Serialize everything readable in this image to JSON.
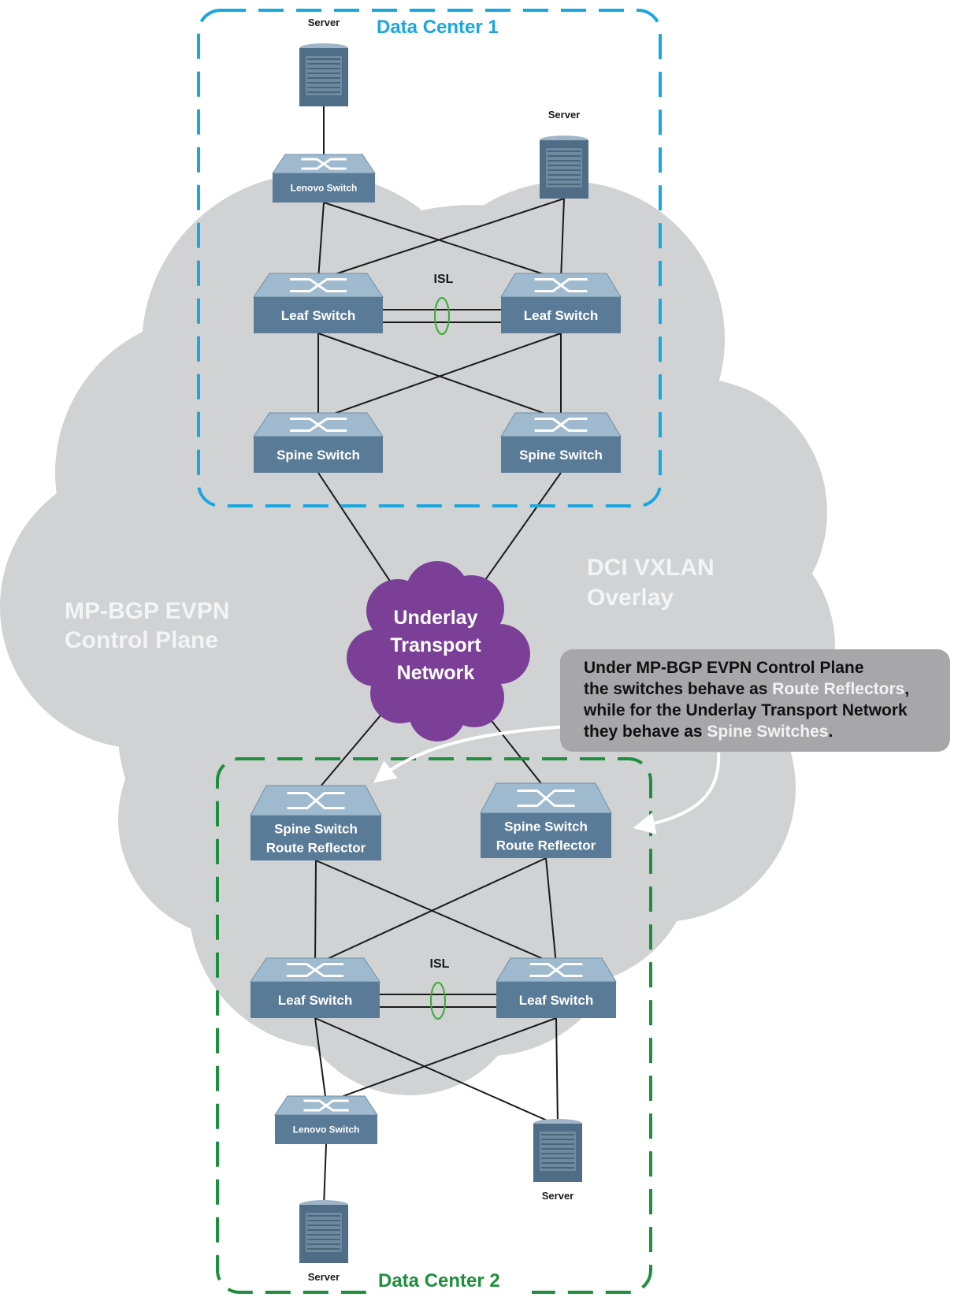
{
  "colors": {
    "cloud": "#d1d2d4",
    "switch_body": "#5a7b97",
    "switch_top": "#9fb9ce",
    "dc1_border": "#1aa7e0",
    "dc2_border": "#1f8f3f",
    "underlay": "#7b3f98",
    "isl": "#3aaa35",
    "callout": "#a7a7a9"
  },
  "data_centers": [
    {
      "id": "dc1",
      "label": "Data Center 1"
    },
    {
      "id": "dc2",
      "label": "Data Center 2"
    }
  ],
  "overlay_labels": {
    "control_plane": [
      "MP-BGP EVPN",
      "Control Plane"
    ],
    "dci_overlay": [
      "DCI VXLAN",
      "Overlay"
    ]
  },
  "underlay": [
    "Underlay",
    "Transport",
    "Network"
  ],
  "isl_label": "ISL",
  "nodes": [
    {
      "id": "dc1-server-a",
      "type": "server",
      "label": "Server",
      "icon": "server-icon"
    },
    {
      "id": "dc1-server-b",
      "type": "server",
      "label": "Server",
      "icon": "server-icon"
    },
    {
      "id": "dc1-lenovo",
      "type": "switch",
      "lines": [
        "Lenovo Switch"
      ],
      "icon": "switch-icon"
    },
    {
      "id": "dc1-leaf-a",
      "type": "switch",
      "lines": [
        "Leaf Switch"
      ],
      "icon": "switch-icon"
    },
    {
      "id": "dc1-leaf-b",
      "type": "switch",
      "lines": [
        "Leaf Switch"
      ],
      "icon": "switch-icon"
    },
    {
      "id": "dc1-spine-a",
      "type": "switch",
      "lines": [
        "Spine Switch"
      ],
      "icon": "switch-icon"
    },
    {
      "id": "dc1-spine-b",
      "type": "switch",
      "lines": [
        "Spine Switch"
      ],
      "icon": "switch-icon"
    },
    {
      "id": "dc2-spine-a",
      "type": "switch",
      "lines": [
        "Spine Switch",
        "Route Reflector"
      ],
      "icon": "switch-icon"
    },
    {
      "id": "dc2-spine-b",
      "type": "switch",
      "lines": [
        "Spine Switch",
        "Route Reflector"
      ],
      "icon": "switch-icon"
    },
    {
      "id": "dc2-leaf-a",
      "type": "switch",
      "lines": [
        "Leaf Switch"
      ],
      "icon": "switch-icon"
    },
    {
      "id": "dc2-leaf-b",
      "type": "switch",
      "lines": [
        "Leaf Switch"
      ],
      "icon": "switch-icon"
    },
    {
      "id": "dc2-lenovo",
      "type": "switch",
      "lines": [
        "Lenovo Switch"
      ],
      "icon": "switch-icon"
    },
    {
      "id": "dc2-server-a",
      "type": "server",
      "label": "Server",
      "icon": "server-icon"
    },
    {
      "id": "dc2-server-b",
      "type": "server",
      "label": "Server",
      "icon": "server-icon"
    }
  ],
  "links": [
    [
      "dc1-server-a",
      "dc1-lenovo"
    ],
    [
      "dc1-lenovo",
      "dc1-leaf-a"
    ],
    [
      "dc1-lenovo",
      "dc1-leaf-b"
    ],
    [
      "dc1-server-b",
      "dc1-leaf-a"
    ],
    [
      "dc1-server-b",
      "dc1-leaf-b"
    ],
    [
      "dc1-leaf-a",
      "dc1-spine-a"
    ],
    [
      "dc1-leaf-a",
      "dc1-spine-b"
    ],
    [
      "dc1-leaf-b",
      "dc1-spine-a"
    ],
    [
      "dc1-leaf-b",
      "dc1-spine-b"
    ],
    [
      "dc1-spine-a",
      "underlay"
    ],
    [
      "dc1-spine-b",
      "underlay"
    ],
    [
      "underlay",
      "dc2-spine-a"
    ],
    [
      "underlay",
      "dc2-spine-b"
    ],
    [
      "dc2-spine-a",
      "dc2-leaf-a"
    ],
    [
      "dc2-spine-a",
      "dc2-leaf-b"
    ],
    [
      "dc2-spine-b",
      "dc2-leaf-a"
    ],
    [
      "dc2-spine-b",
      "dc2-leaf-b"
    ],
    [
      "dc2-leaf-a",
      "dc2-lenovo"
    ],
    [
      "dc2-leaf-a",
      "dc2-server-b"
    ],
    [
      "dc2-leaf-b",
      "dc2-lenovo"
    ],
    [
      "dc2-leaf-b",
      "dc2-server-b"
    ],
    [
      "dc2-lenovo",
      "dc2-server-a"
    ]
  ],
  "callout": {
    "line1": "Under MP-BGP EVPN Control Plane",
    "line2_pre": "the switches behave as ",
    "line2_hl": "Route Reflectors",
    "line2_post": ",",
    "line3": "while for the Underlay Transport Network",
    "line4_pre": "they behave as ",
    "line4_hl": "Spine Switches",
    "line4_post": "."
  }
}
